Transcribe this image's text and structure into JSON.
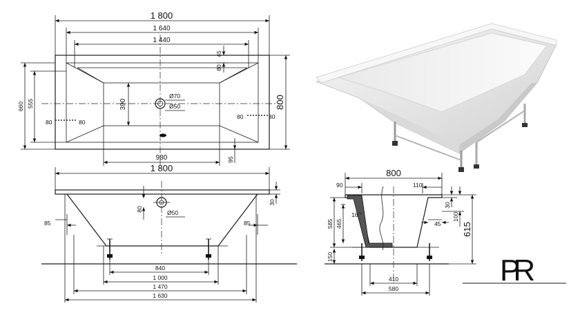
{
  "plan": {
    "len_1800": "1 800",
    "len_1640": "1 640",
    "len_1440": "1 440",
    "w_800": "800",
    "w_660": "660",
    "w_555": "555",
    "inner_390": "390",
    "drain_70": "Ø70",
    "drain_50": "Ø50",
    "rim_45": "45",
    "rim_80_top": "80",
    "side_80_l_out": "80",
    "side_80_l_in": "80",
    "side_80_r_in": "80",
    "side_80_r_out": "80",
    "bottom_95": "95",
    "bottom_980": "980"
  },
  "side": {
    "len_1800": "1 800",
    "drain_80": "80",
    "drain_50": "Ø50",
    "rim_30": "30",
    "slope_85_l": "85",
    "slope_85_r": "85",
    "leg_840": "840",
    "leg_1000": "1 000",
    "leg_1470": "1 470",
    "leg_1630": "1 630"
  },
  "section": {
    "w_800": "800",
    "rim_90": "90",
    "rim_110": "110",
    "wall_16": "16",
    "h_465": "465",
    "h_585": "585",
    "h_150": "150",
    "r_30": "30",
    "r_100": "100",
    "r_45": "45",
    "h_615": "615",
    "leg_410": "410",
    "leg_580": "580"
  },
  "logo": {
    "initials": "PR"
  }
}
